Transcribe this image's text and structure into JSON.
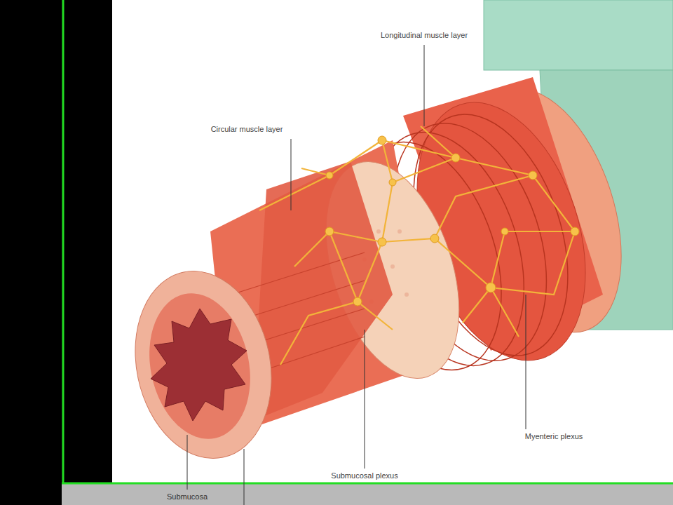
{
  "diagram": {
    "labels": [
      "Longitudinal muscle layer",
      "Circular muscle layer",
      "Myenteric plexus",
      "Submucosa",
      "Submucosal plexus"
    ]
  }
}
